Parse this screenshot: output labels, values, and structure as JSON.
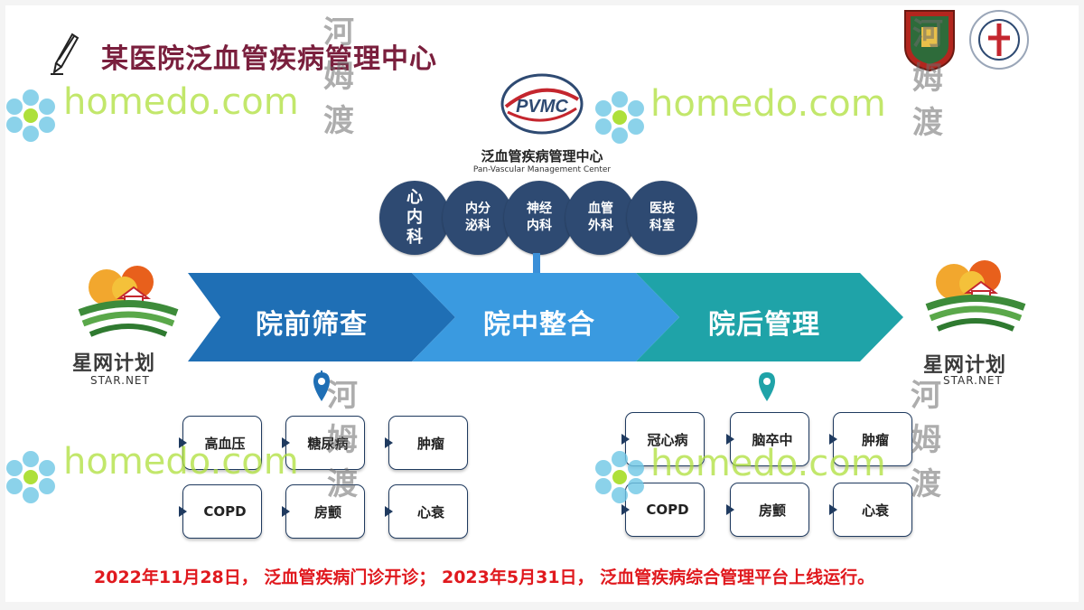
{
  "title": "某医院泛血管疾病管理中心",
  "center": {
    "logo_text": "PVMC",
    "name_cn": "泛血管疾病管理中心",
    "name_en": "Pan-Vascular Management Center"
  },
  "departments": [
    {
      "lines": [
        "心",
        "内",
        "科"
      ]
    },
    {
      "lines": [
        "内分",
        "泌科"
      ]
    },
    {
      "lines": [
        "神经",
        "内科"
      ]
    },
    {
      "lines": [
        "血管",
        "外科"
      ]
    },
    {
      "lines": [
        "医技",
        "科室"
      ]
    }
  ],
  "stages": [
    "院前筛查",
    "院中整合",
    "院后管理"
  ],
  "left_diseases": [
    "高血压",
    "糖尿病",
    "肿瘤",
    "COPD",
    "房颤",
    "心衰"
  ],
  "right_diseases": [
    "冠心病",
    "脑卒中",
    "肿瘤",
    "COPD",
    "房颤",
    "心衰"
  ],
  "star_plan": {
    "cn": "星网计划",
    "en": "STAR.NET"
  },
  "footer": "2022年11月28日， 泛血管疾病门诊开诊； 2023年5月31日， 泛血管疾病综合管理平台上线运行。",
  "watermark": {
    "latin": "homedo.com",
    "cn": "河姆渡"
  },
  "colors": {
    "title": "#7a1f3d",
    "dept": "#2e4a72",
    "stage1": "#1f6fb5",
    "stage2": "#3a9ae0",
    "stage3": "#1fa3a8",
    "footer": "#e0191e"
  },
  "icons": [
    "pencil-icon",
    "map-pin-icon",
    "triangle-bullet-icon"
  ]
}
